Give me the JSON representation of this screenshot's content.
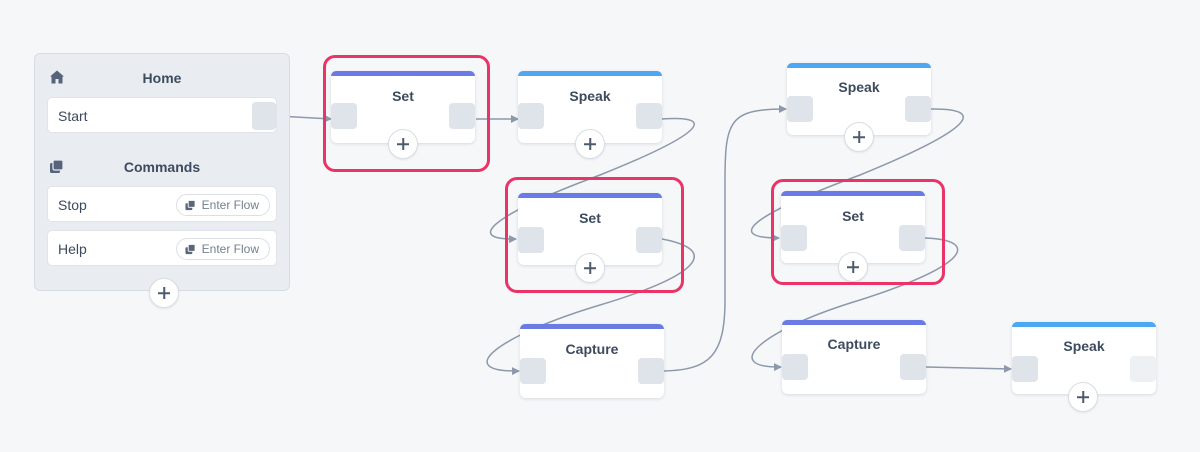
{
  "colors": {
    "set_bar": "#6b7be6",
    "speak_bar": "#4ea7f2",
    "capture_bar": "#6b7be6",
    "highlight": "#ea3467",
    "link": "#8c99ab"
  },
  "home": {
    "title": "Home",
    "title_icon": "home-icon",
    "start_label": "Start",
    "commands_title": "Commands",
    "commands_icon": "stack-icon",
    "commands": [
      {
        "label": "Stop",
        "action": "Enter Flow",
        "action_icon": "stack-icon"
      },
      {
        "label": "Help",
        "action": "Enter Flow",
        "action_icon": "stack-icon"
      }
    ]
  },
  "nodes": [
    {
      "id": "set1",
      "title": "Set",
      "type": "set",
      "highlighted": true
    },
    {
      "id": "speak1",
      "title": "Speak",
      "type": "speak",
      "highlighted": false
    },
    {
      "id": "set2",
      "title": "Set",
      "type": "set",
      "highlighted": true
    },
    {
      "id": "capture1",
      "title": "Capture",
      "type": "capture",
      "highlighted": false
    },
    {
      "id": "speak2",
      "title": "Speak",
      "type": "speak",
      "highlighted": false
    },
    {
      "id": "set3",
      "title": "Set",
      "type": "set",
      "highlighted": true
    },
    {
      "id": "capture2",
      "title": "Capture",
      "type": "capture",
      "highlighted": false
    },
    {
      "id": "speak3",
      "title": "Speak",
      "type": "speak",
      "highlighted": false
    }
  ]
}
